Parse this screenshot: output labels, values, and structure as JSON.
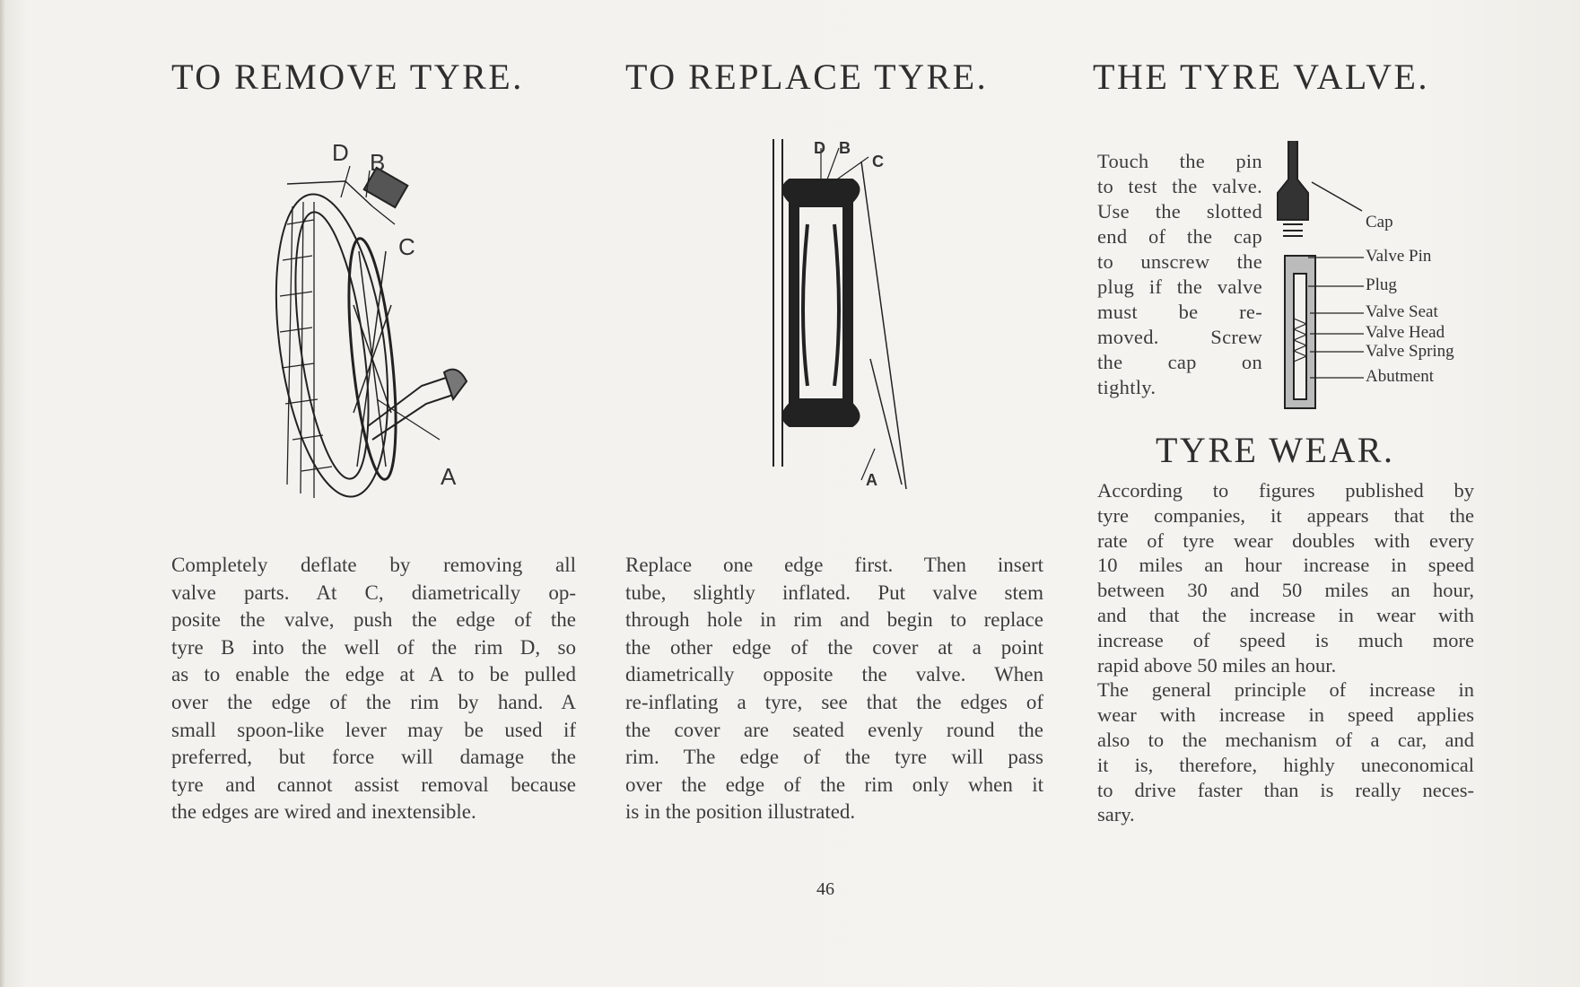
{
  "headings": {
    "remove": "TO REMOVE TYRE.",
    "replace": "TO REPLACE TYRE.",
    "valve": "THE TYRE VALVE.",
    "wear": "TYRE WEAR."
  },
  "figure_remove": {
    "labels": {
      "d": "D",
      "b": "B",
      "c": "C",
      "a": "A"
    }
  },
  "figure_replace": {
    "labels": {
      "d": "D",
      "b": "B",
      "c": "C",
      "a": "A"
    }
  },
  "figure_valve": {
    "labels": [
      "Cap",
      "Valve Pin",
      "Plug",
      "Valve Seat",
      "Valve Head",
      "Valve Spring",
      "Abutment"
    ]
  },
  "remove_text": [
    "Completely deflate by removing all",
    "valve parts.  At C, diametrically op-",
    "posite the valve, push the edge of the",
    "tyre B into the well of the rim D, so",
    "as to enable the edge at A to be pulled",
    "over the edge of the rim by hand.  A",
    "small spoon-like lever may be used if",
    "preferred, but force will damage the",
    "tyre and cannot assist removal because",
    "the edges are wired and inextensible."
  ],
  "replace_text": [
    "Replace one edge first.  Then insert",
    "tube, slightly inflated.  Put valve stem",
    "through hole in rim and begin to replace",
    "the other edge of the cover at a point",
    "diametrically opposite the valve.  When",
    "re-inflating a tyre, see that the edges of",
    "the cover are seated evenly round the",
    "rim.  The edge of the tyre will pass",
    "over the edge of the rim only when it",
    "is in the position illustrated."
  ],
  "valve_text": [
    "Touch the pin",
    "to test the valve.",
    "Use the slotted",
    "end of the cap",
    "to unscrew the",
    "plug if the valve",
    "must be re-",
    "moved.  Screw",
    "the cap on",
    "tightly."
  ],
  "wear_text": [
    "According to figures published by",
    "tyre companies, it appears that the",
    "rate of tyre wear doubles with every",
    "10 miles an hour increase in speed",
    "between 30 and 50 miles an hour,",
    "and that the increase in wear with",
    "increase of speed is much more",
    "rapid above 50 miles an hour.",
    "The general principle of increase in",
    "wear with increase in speed applies",
    "also to the mechanism of a car, and",
    "it is, therefore, highly uneconomical",
    "to drive faster than is really neces-",
    "sary."
  ],
  "page_number": "46"
}
